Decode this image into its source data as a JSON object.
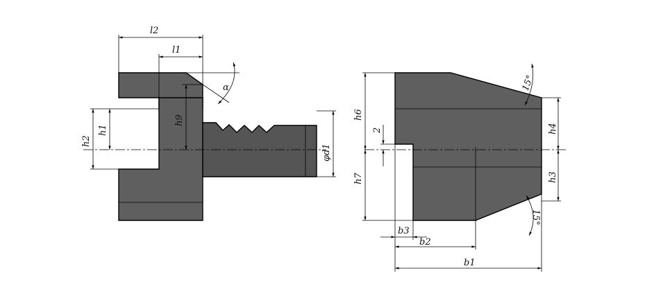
{
  "labels": {
    "l2": "l2",
    "l1": "l1",
    "alpha": "α",
    "h9": "h9",
    "h2": "h2",
    "h1": "h1",
    "d1": "φd1",
    "h6": "h6",
    "two": "2",
    "h7": "h7",
    "angle_top": "15°",
    "h4": "h4",
    "h3": "h3",
    "angle_bottom": "15°",
    "b3": "b3",
    "b2": "b2",
    "b1": "b1"
  },
  "colors": {
    "body": "#5f5f5f",
    "body_dark": "#4a4a4a",
    "shank": "#555555",
    "line": "#000000"
  }
}
